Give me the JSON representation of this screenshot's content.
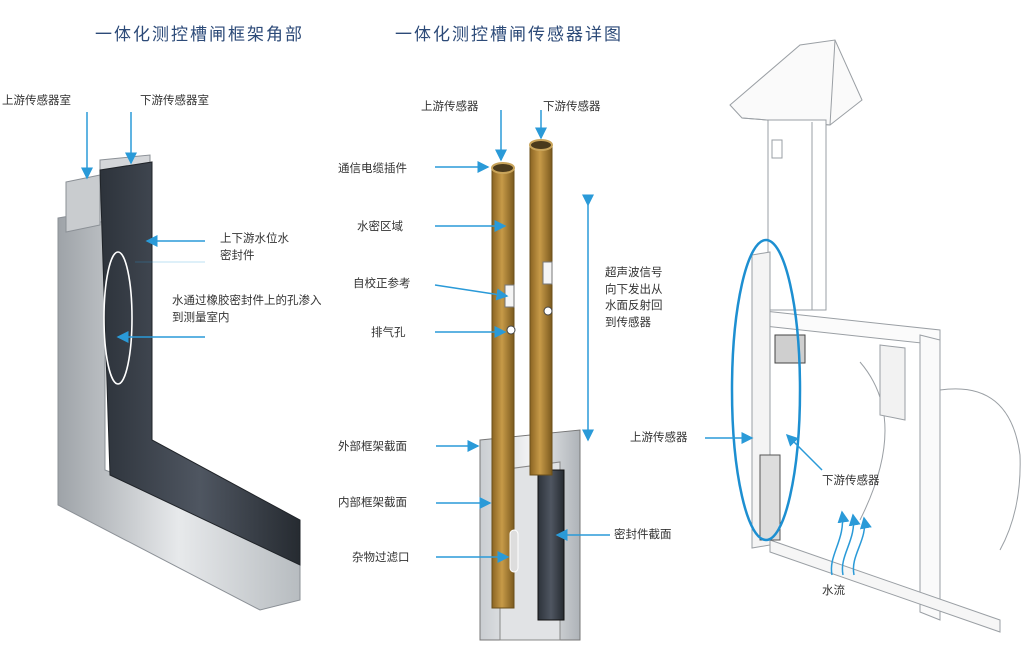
{
  "titles": {
    "left": "一体化测控槽闸框架角部",
    "middle": "一体化测控槽闸传感器详图"
  },
  "left_panel": {
    "labels": {
      "upstream_chamber": "上游传感器室",
      "downstream_chamber": "下游传感器室",
      "water_seal": "上下游水位水\n密封件",
      "water_seep": "水通过橡胶密封件上的孔渗入\n到测量室内"
    }
  },
  "middle_panel": {
    "labels": {
      "upstream_sensor": "上游传感器",
      "downstream_sensor": "下游传感器",
      "cable_connector": "通信电缆插件",
      "water_tight_zone": "水密区域",
      "self_calibration": "自校正参考",
      "vent_hole": "排气孔",
      "ultrasonic": "超声波信号\n向下发出从\n水面反射回\n到传感器",
      "outer_frame": "外部框架截面",
      "inner_frame": "内部框架截面",
      "debris_filter": "杂物过滤口",
      "seal_section": "密封件截面"
    }
  },
  "right_panel": {
    "labels": {
      "upstream_sensor": "上游传感器",
      "downstream_sensor": "下游传感器",
      "water_flow": "水流"
    }
  },
  "colors": {
    "title": "#2c4a78",
    "arrow": "#2a9ad8",
    "ellipse": "#1d8fd1",
    "sensor_tube": "#b58a3a"
  }
}
